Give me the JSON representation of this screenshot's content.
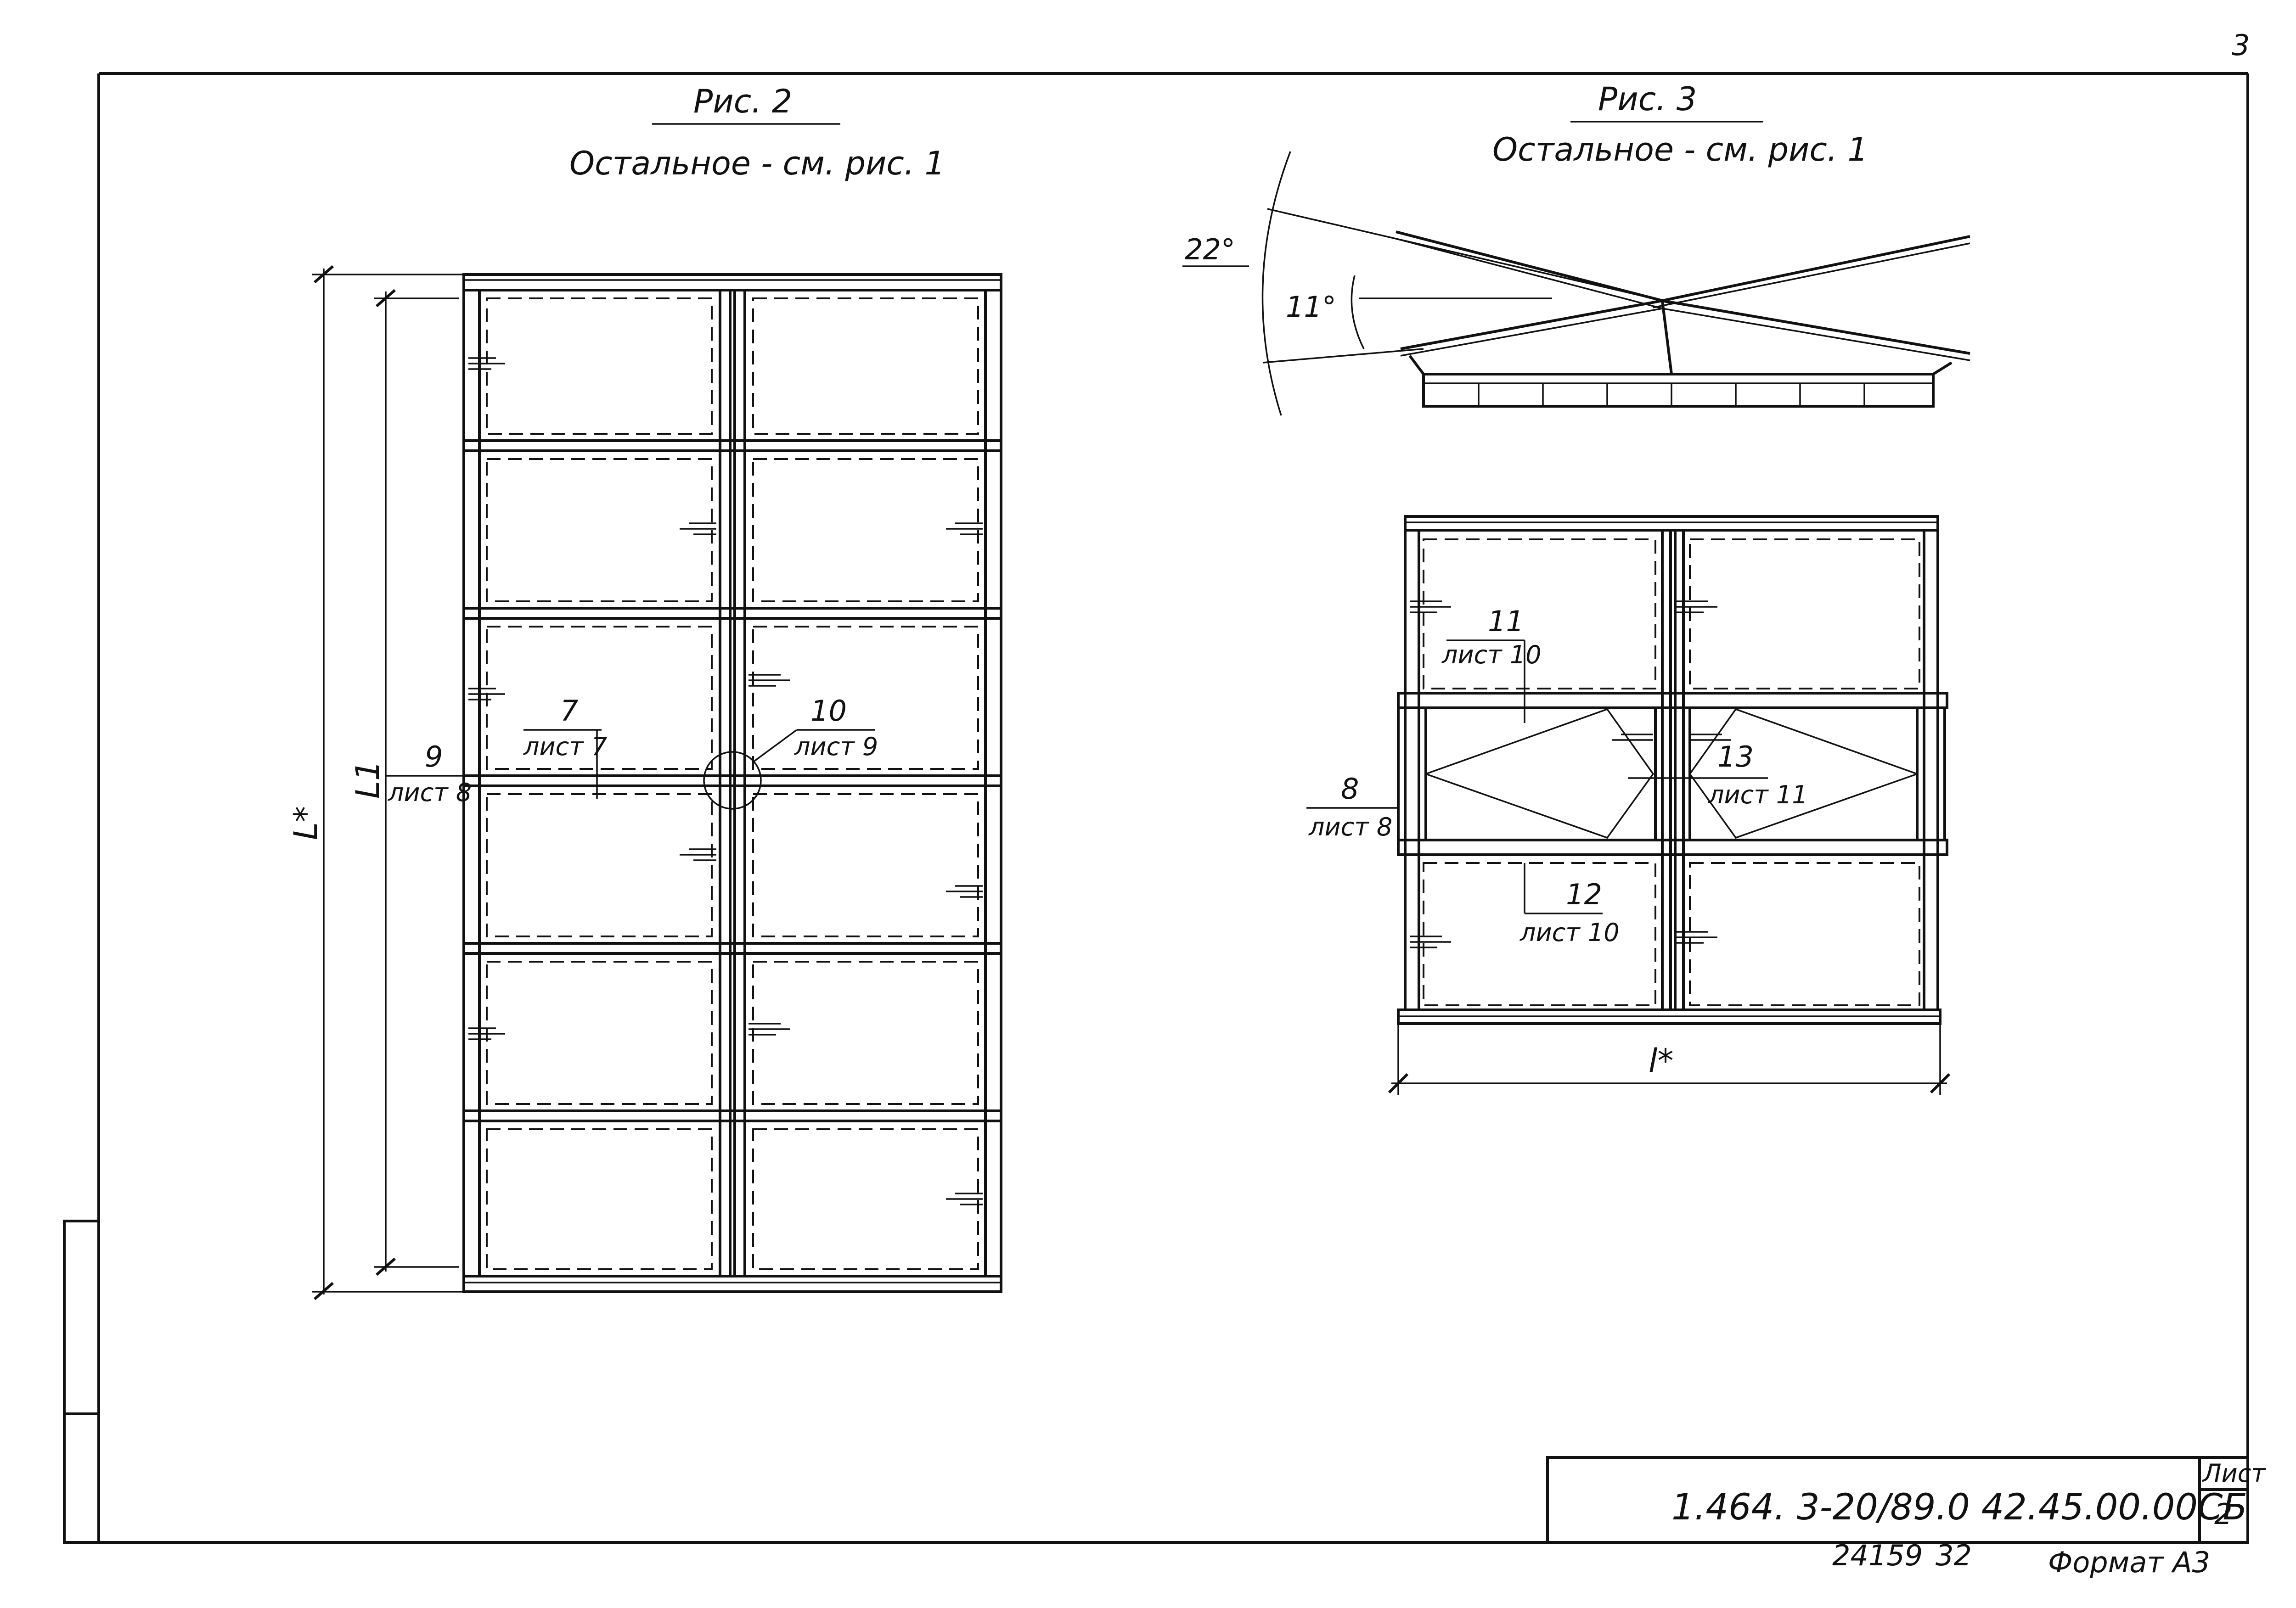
{
  "sheet": {
    "corner_number": "3",
    "code": "1.464. 3-20/89.0   42.45.00.00СБ",
    "list_label": "Лист",
    "list_number": "2",
    "inventory": "24159",
    "copy": "32",
    "format": "Формат А3"
  },
  "fig2": {
    "title": "Рис. 2",
    "subtitle": "Остальное - см. рис. 1",
    "dim_L": "L*",
    "dim_L1": "L1",
    "callout_7_num": "7",
    "callout_7_sheet": "лист 7",
    "callout_9_num": "9",
    "callout_9_sheet": "лист 8",
    "callout_10_num": "10",
    "callout_10_sheet": "лист 9"
  },
  "fig3": {
    "title": "Рис. 3",
    "subtitle": "Остальное - см. рис. 1",
    "angle_22": "22°",
    "angle_11": "11°",
    "callout_11_num": "11",
    "callout_11_sheet": "лист 10",
    "callout_8_num": "8",
    "callout_8_sheet": "лист 8",
    "callout_13_num": "13",
    "callout_13_sheet": "лист 11",
    "callout_12_num": "12",
    "callout_12_sheet": "лист 10",
    "dim_l": "l*"
  }
}
